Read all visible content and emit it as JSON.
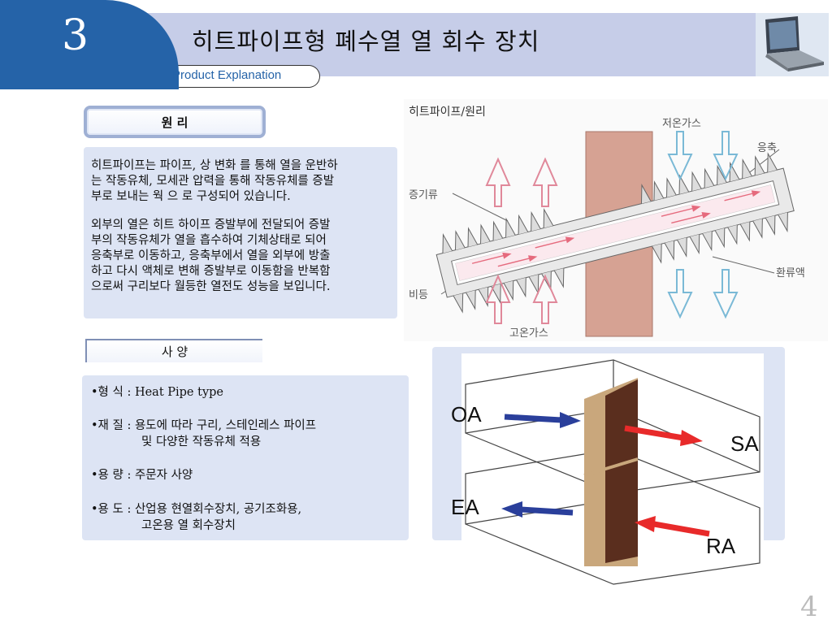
{
  "header": {
    "number": "3",
    "title": "히트파이프형 폐수열 열 회수 장치",
    "subtitle": "Product Explanation"
  },
  "principle": {
    "heading": "원 리",
    "paragraph1": [
      "히트파이프는 파이프, 상 변화 를 통해 열을 운반하",
      "는 작동유체, 모세관 압력을 통해 작동유체를 증발",
      "부로 보내는 웍 으 로 구성되어 있습니다."
    ],
    "paragraph2": [
      "외부의 열은 히트 하이프 증발부에 전달되어 증발",
      "부의 작동유체가 열을 흡수하여 기체상태로 되어",
      "응축부로 이동하고, 응축부에서 열을 외부에 방출",
      "하고 다시 액체로 변해 증발부로 이동함을 반복함",
      "으로써 구리보다 월등한 열전도 성능을 보입니다."
    ]
  },
  "spec": {
    "heading": "사  양",
    "items": [
      {
        "lines": [
          "•형 식 : Heat Pipe type"
        ]
      },
      {
        "lines": [
          "•재 질 : 용도에 따라 구리, 스테인레스 파이프",
          "및  다양한 작동유체 적용"
        ]
      },
      {
        "lines": [
          "•용 량 : 주문자 사양"
        ]
      },
      {
        "lines": [
          "•용 도 : 산업용 현열회수장치, 공기조화용,",
          "고온용 열 회수장치"
        ]
      }
    ]
  },
  "diagram1": {
    "title": "히트파이프/원리",
    "label_cold_gas": "저온가스",
    "label_condense": "응축",
    "label_vapor": "증기류",
    "label_return": "환류액",
    "label_boil": "비등",
    "label_hot_gas": "고온가스"
  },
  "diagram2": {
    "label_oa": "OA",
    "label_sa": "SA",
    "label_ea": "EA",
    "label_ra": "RA"
  },
  "page_number": "4",
  "colors": {
    "accent_blue": "#2563a8",
    "title_band": "#c6cde8",
    "panel_bg": "#dde4f4"
  }
}
